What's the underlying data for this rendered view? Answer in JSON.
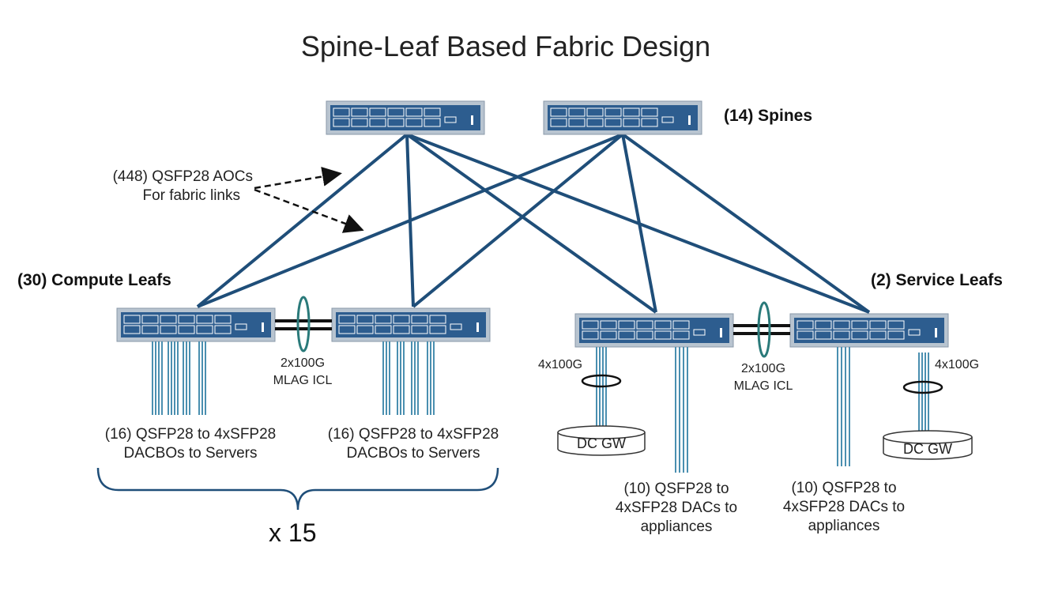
{
  "title": "Spine-Leaf Based Fabric Design",
  "labels": {
    "spines": "(14) Spines",
    "compute_leafs": "(30) Compute Leafs",
    "service_leafs": "(2) Service Leafs",
    "aoc_line1": "(448) QSFP28 AOCs",
    "aoc_line2": "For fabric links",
    "mlag_speed": "2x100G",
    "mlag_icl": "MLAG ICL",
    "uplink_speed": "4x100G",
    "dc_gw": "DC GW",
    "dacbo_line1": "(16) QSFP28 to 4xSFP28",
    "dacbo_line2": "DACBOs to Servers",
    "dac_line1": "(10) QSFP28 to",
    "dac_line2": "4xSFP28 DACs to",
    "dac_line3": "appliances",
    "multiplier": "x 15"
  },
  "colors": {
    "link": "#1f4e79",
    "switch_body": "#2d5d8f",
    "switch_frame": "#b8c4d0",
    "cable": "#4a8fb0",
    "text": "#1a1a1a"
  }
}
